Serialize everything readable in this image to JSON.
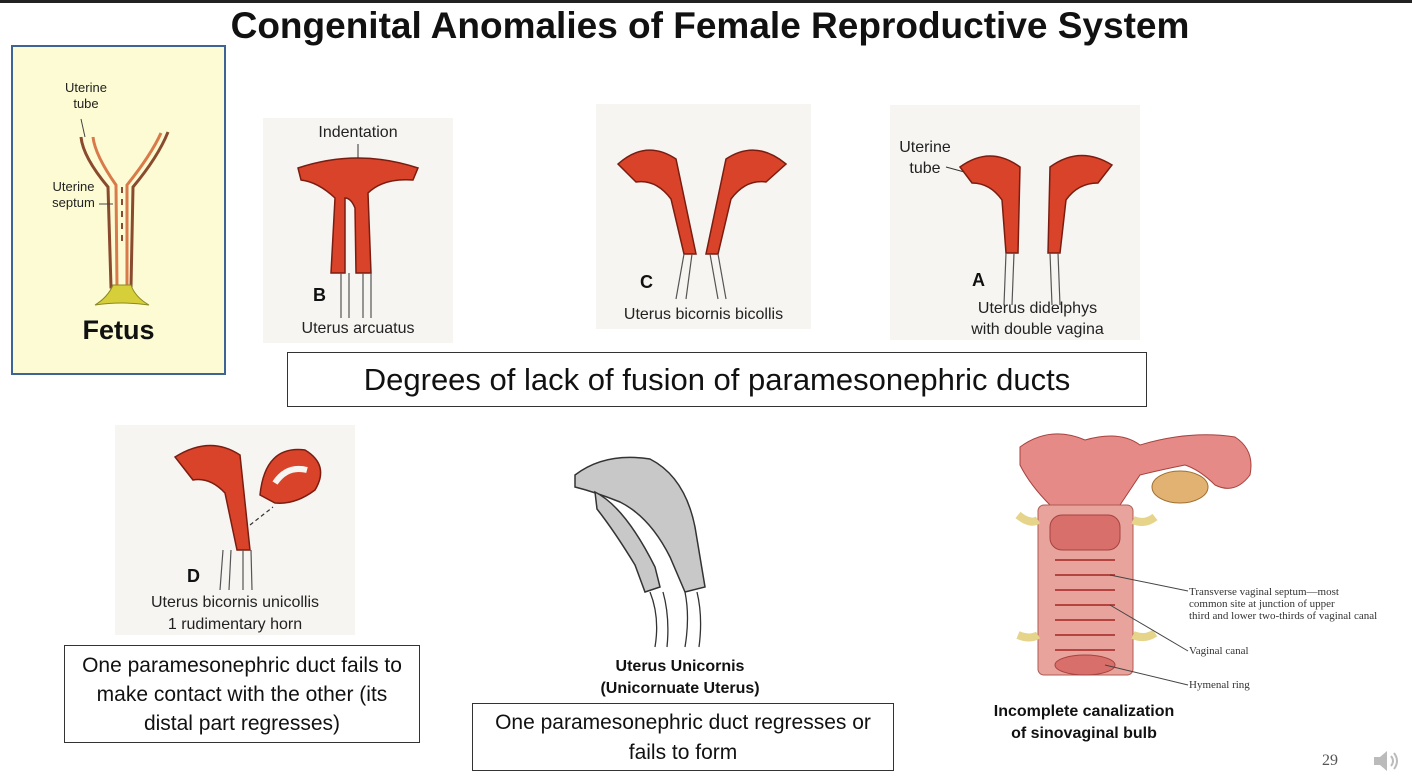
{
  "title": "Congenital Anomalies of Female Reproductive System",
  "fetus": {
    "uterine_tube_label": "Uterine tube",
    "uterine_septum_label": "Uterine septum",
    "caption": "Fetus"
  },
  "panel_b": {
    "indentation_label": "Indentation",
    "letter": "B",
    "caption": "Uterus arcuatus"
  },
  "panel_c": {
    "letter": "C",
    "caption": "Uterus bicornis bicollis"
  },
  "panel_a": {
    "uterine_tube_label": "Uterine tube",
    "letter": "A",
    "caption_line1": "Uterus didelphys",
    "caption_line2": "with double vagina"
  },
  "degrees_banner": "Degrees of lack of fusion of paramesonephric ducts",
  "panel_d": {
    "letter": "D",
    "caption_line1": "Uterus bicornis unicollis",
    "caption_line2": "1 rudimentary horn",
    "note": "One paramesonephric duct fails to make contact with the other (its distal part regresses)"
  },
  "unicornis": {
    "caption_line1": "Uterus Unicornis",
    "caption_line2": "(Unicornuate Uterus)",
    "note": "One paramesonephric duct regresses or fails to form"
  },
  "septum": {
    "label1_line1": "Transverse vaginal septum—most",
    "label1_line2": "common site at junction of upper",
    "label1_line3": "third and lower two-thirds of vaginal canal",
    "label2": "Vaginal canal",
    "label3": "Hymenal ring",
    "caption_line1": "Incomplete canalization",
    "caption_line2": "of sinovaginal bulb"
  },
  "page_number": "29",
  "colors": {
    "uterus_red": "#d8432a",
    "fetus_bg": "#fcfbd3",
    "fetus_border": "#3e6496",
    "duct_gray": "#c8c8c8"
  }
}
